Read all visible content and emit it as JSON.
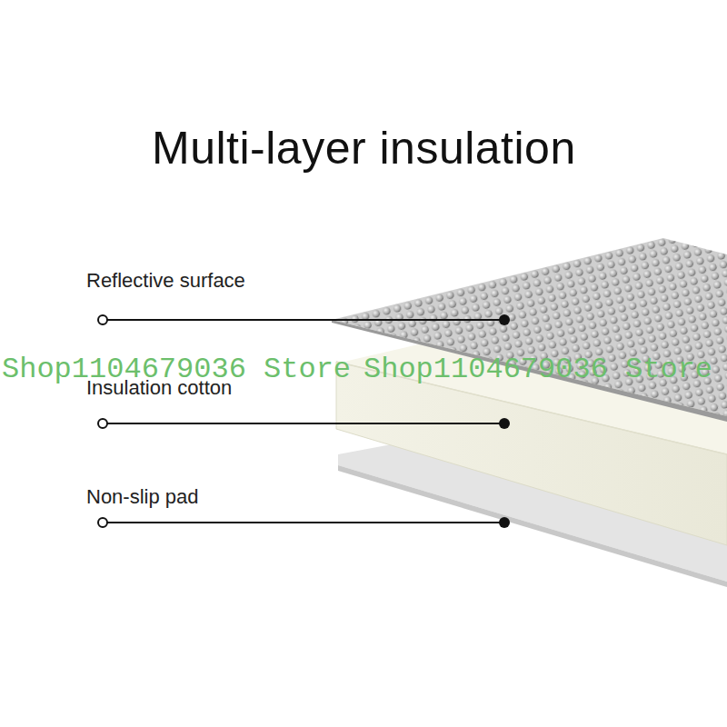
{
  "diagram": {
    "title": "Multi-layer insulation",
    "labels": [
      "Reflective surface",
      "Insulation cotton",
      "Non-slip pad",
      "Shop1104679036 Store",
      "Shop1104679036 Store"
    ]
  }
}
